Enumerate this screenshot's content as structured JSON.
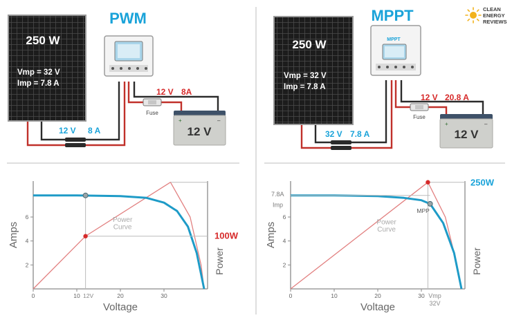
{
  "colors": {
    "title_blue": "#1aa3d9",
    "current_red": "#d62a2a",
    "wire_red": "#c0302a",
    "wire_dark": "#2b2b2b",
    "iv_curve": "#1e9bc7",
    "power_curve": "#e28080",
    "axis_gray": "#8a8a8a",
    "panel_dark": "#1c1c1c",
    "battery_body": "#cfd0cc",
    "battery_top": "#3e5168",
    "logo_sun": "#f2b21b"
  },
  "logo": {
    "icon": "sun-icon",
    "lines": [
      "CLEAN",
      "ENERGY",
      "REVIEWS"
    ]
  },
  "pwm": {
    "title": "PWM",
    "panel_watts": "250 W",
    "vmp": "Vmp = 32 V",
    "imp": "Imp = 7.8 A",
    "battery_out_volts": "12 V",
    "battery_out_amps": "8A",
    "fuse": "Fuse",
    "battery": "12 V",
    "panel_in_volts": "12 V",
    "panel_in_amps": "8 A"
  },
  "mppt": {
    "title": "MPPT",
    "controller_label": "MPPT",
    "panel_watts": "250 W",
    "vmp": "Vmp = 32 V",
    "imp": "Imp  = 7.8 A",
    "battery_out_volts": "12 V",
    "battery_out_amps": "20.8 A",
    "fuse": "Fuse",
    "battery": "12 V",
    "panel_in_volts": "32 V",
    "panel_in_amps": "7.8 A"
  },
  "chart_data": [
    {
      "type": "line",
      "xlabel": "Voltage",
      "ylabel": "Amps",
      "y2label": "Power",
      "x_ticks": [
        0,
        10,
        20,
        30
      ],
      "y_ticks": [
        2,
        4,
        6
      ],
      "xlim": [
        0,
        40
      ],
      "ylim": [
        0,
        9
      ],
      "series": [
        {
          "name": "Power Curve",
          "x": [
            0,
            12,
            31.5,
            36,
            38.5,
            39.2
          ],
          "y": [
            0,
            4.4,
            8.9,
            6,
            2,
            0
          ]
        },
        {
          "x": [
            0,
            10,
            20,
            26,
            30,
            33,
            35.5,
            37.5,
            39.2
          ],
          "y": [
            7.8,
            7.8,
            7.75,
            7.6,
            7.2,
            6.5,
            5.2,
            3.0,
            0
          ]
        }
      ],
      "markers": [
        {
          "x": 12,
          "y": 7.8,
          "series": "iv"
        },
        {
          "x": 12,
          "y": 4.4,
          "series": "power"
        }
      ],
      "annotations": {
        "voltage_marker": "12V",
        "power_value": "100W",
        "curve_label_line1": "Power",
        "curve_label_line2": "Curve"
      }
    },
    {
      "type": "line",
      "xlabel": "Voltage",
      "ylabel": "Amps",
      "y2label": "Power",
      "x_ticks": [
        0,
        10,
        20,
        30
      ],
      "y_ticks": [
        2,
        4,
        6
      ],
      "xlim": [
        0,
        40
      ],
      "ylim": [
        0,
        9
      ],
      "series": [
        {
          "name": "Power Curve",
          "x": [
            0,
            31.5,
            35.5,
            37.5,
            39.2
          ],
          "y": [
            0,
            8.9,
            6,
            3,
            0
          ]
        },
        {
          "x": [
            0,
            10,
            20,
            26,
            30,
            32,
            35,
            37.5,
            39.2
          ],
          "y": [
            7.8,
            7.8,
            7.75,
            7.6,
            7.4,
            7.1,
            5.5,
            3.0,
            0
          ]
        }
      ],
      "markers": [
        {
          "x": 32,
          "y": 7.1,
          "series": "iv"
        },
        {
          "x": 31.5,
          "y": 8.9,
          "series": "power"
        }
      ],
      "annotations": {
        "imp_value": "7.8A",
        "imp_label": "Imp",
        "mpp_label": "MPP",
        "vmp_label": "Vmp",
        "vmp_value": "32V",
        "power_value": "250W",
        "curve_label_line1": "Power",
        "curve_label_line2": "Curve"
      }
    }
  ]
}
